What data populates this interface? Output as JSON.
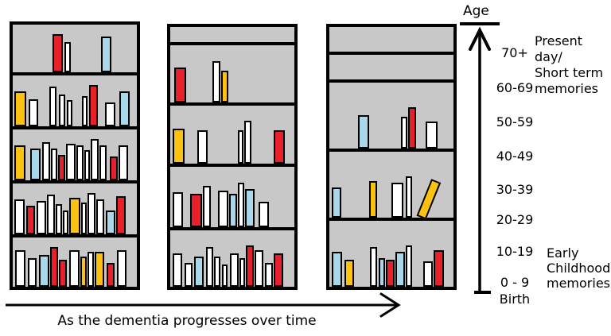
{
  "age_axis": {
    "title": "Age",
    "tick_labels": [
      "70+",
      "60-69",
      "50-59",
      "40-49",
      "30-39",
      "20-29",
      "10-19",
      "0 - 9",
      "Birth"
    ]
  },
  "annotations": {
    "present_day": "Present day/\nShort term\nmemories",
    "early_childhood": "Early\nChildhood\nmemories"
  },
  "timeline": {
    "label": "As the dementia progresses over time"
  },
  "colors": {
    "red": "#e8202a",
    "white": "#ffffff",
    "yellow": "#fcc211",
    "blue": "#a8d8ea",
    "shelf_bg": "#c8c8c8",
    "outline": "#000000"
  },
  "bookcases": [
    {
      "shelves": [
        [
          {
            "c": "red",
            "h": 48,
            "w": 13,
            "g": 48
          },
          {
            "c": "white",
            "h": 38,
            "w": 8,
            "g": 2
          },
          {
            "c": "blue",
            "h": 45,
            "w": 13,
            "g": 38
          }
        ],
        [
          {
            "c": "yellow",
            "h": 44,
            "w": 15,
            "g": 0
          },
          {
            "c": "white",
            "h": 34,
            "w": 12,
            "g": 3
          },
          {
            "c": "white",
            "h": 50,
            "w": 9,
            "g": 14
          },
          {
            "c": "white",
            "h": 40,
            "w": 8,
            "g": 3
          },
          {
            "c": "white",
            "h": 33,
            "w": 7,
            "g": 2
          },
          {
            "c": "white",
            "h": 38,
            "w": 7,
            "g": 12
          },
          {
            "c": "red",
            "h": 52,
            "w": 11,
            "g": 2
          },
          {
            "c": "white",
            "h": 30,
            "w": 13,
            "g": 9
          },
          {
            "c": "blue",
            "h": 44,
            "w": 13,
            "g": 5
          }
        ],
        [
          {
            "c": "yellow",
            "h": 44,
            "w": 14,
            "g": 0
          },
          {
            "c": "blue",
            "h": 40,
            "w": 13,
            "g": 6
          },
          {
            "c": "white",
            "h": 48,
            "w": 10,
            "g": 2
          },
          {
            "c": "white",
            "h": 40,
            "w": 8,
            "g": 1
          },
          {
            "c": "red",
            "h": 32,
            "w": 9,
            "g": 1
          },
          {
            "c": "white",
            "h": 46,
            "w": 12,
            "g": 1
          },
          {
            "c": "white",
            "h": 44,
            "w": 9,
            "g": 1
          },
          {
            "c": "white",
            "h": 38,
            "w": 7,
            "g": 1
          },
          {
            "c": "white",
            "h": 52,
            "w": 10,
            "g": 1
          },
          {
            "c": "white",
            "h": 44,
            "w": 9,
            "g": 1
          },
          {
            "c": "red",
            "h": 30,
            "w": 10,
            "g": 4
          },
          {
            "c": "white",
            "h": 44,
            "w": 12,
            "g": 1
          }
        ],
        [
          {
            "c": "white",
            "h": 44,
            "w": 13,
            "g": 0
          },
          {
            "c": "red",
            "h": 36,
            "w": 11,
            "g": 2
          },
          {
            "c": "white",
            "h": 42,
            "w": 12,
            "g": 2
          },
          {
            "c": "white",
            "h": 50,
            "w": 10,
            "g": 1
          },
          {
            "c": "white",
            "h": 38,
            "w": 8,
            "g": 1
          },
          {
            "c": "white",
            "h": 30,
            "w": 7,
            "g": 1
          },
          {
            "c": "yellow",
            "h": 46,
            "w": 14,
            "g": 1
          },
          {
            "c": "white",
            "h": 40,
            "w": 7,
            "g": 1
          },
          {
            "c": "white",
            "h": 52,
            "w": 10,
            "g": 1
          },
          {
            "c": "white",
            "h": 44,
            "w": 10,
            "g": 1
          },
          {
            "c": "blue",
            "h": 30,
            "w": 12,
            "g": 2
          },
          {
            "c": "red",
            "h": 48,
            "w": 12,
            "g": 1
          }
        ],
        [
          {
            "c": "white",
            "h": 46,
            "w": 13,
            "g": 1
          },
          {
            "c": "white",
            "h": 36,
            "w": 11,
            "g": 3
          },
          {
            "c": "blue",
            "h": 40,
            "w": 13,
            "g": 3
          },
          {
            "c": "red",
            "h": 50,
            "w": 10,
            "g": 1
          },
          {
            "c": "red",
            "h": 34,
            "w": 10,
            "g": 1
          },
          {
            "c": "white",
            "h": 46,
            "w": 13,
            "g": 3
          },
          {
            "c": "yellow",
            "h": 38,
            "w": 8,
            "g": 1
          },
          {
            "c": "white",
            "h": 44,
            "w": 8,
            "g": 1
          },
          {
            "c": "yellow",
            "h": 44,
            "w": 12,
            "g": 1
          },
          {
            "c": "red",
            "h": 30,
            "w": 10,
            "g": 3
          },
          {
            "c": "white",
            "h": 46,
            "w": 12,
            "g": 3
          }
        ]
      ]
    },
    {
      "shelves": [
        [],
        [
          {
            "c": "red",
            "h": 44,
            "w": 15,
            "g": 3
          },
          {
            "c": "white",
            "h": 52,
            "w": 10,
            "g": 33
          },
          {
            "c": "yellow",
            "h": 40,
            "w": 9,
            "g": 1
          }
        ],
        [
          {
            "c": "yellow",
            "h": 44,
            "w": 15,
            "g": 1
          },
          {
            "c": "white",
            "h": 42,
            "w": 13,
            "g": 16
          },
          {
            "c": "white",
            "h": 42,
            "w": 7,
            "g": 38
          },
          {
            "c": "white",
            "h": 54,
            "w": 9,
            "g": 1
          },
          {
            "c": "red",
            "h": 42,
            "w": 14,
            "g": 28
          }
        ],
        [
          {
            "c": "white",
            "h": 44,
            "w": 13,
            "g": 1
          },
          {
            "c": "red",
            "h": 42,
            "w": 15,
            "g": 9
          },
          {
            "c": "white",
            "h": 52,
            "w": 10,
            "g": 1
          },
          {
            "c": "white",
            "h": 46,
            "w": 13,
            "g": 9
          },
          {
            "c": "blue",
            "h": 42,
            "w": 10,
            "g": 1
          },
          {
            "c": "white",
            "h": 56,
            "w": 8,
            "g": 1
          },
          {
            "c": "blue",
            "h": 48,
            "w": 12,
            "g": 1
          },
          {
            "c": "white",
            "h": 32,
            "w": 13,
            "g": 5
          }
        ],
        [
          {
            "c": "white",
            "h": 42,
            "w": 12,
            "g": 1
          },
          {
            "c": "white",
            "h": 30,
            "w": 10,
            "g": 3
          },
          {
            "c": "blue",
            "h": 38,
            "w": 12,
            "g": 2
          },
          {
            "c": "white",
            "h": 50,
            "w": 9,
            "g": 3
          },
          {
            "c": "white",
            "h": 38,
            "w": 8,
            "g": 1
          },
          {
            "c": "white",
            "h": 28,
            "w": 7,
            "g": 2
          },
          {
            "c": "white",
            "h": 42,
            "w": 11,
            "g": 3
          },
          {
            "c": "white",
            "h": 36,
            "w": 7,
            "g": 1
          },
          {
            "c": "red",
            "h": 52,
            "w": 10,
            "g": 1
          },
          {
            "c": "white",
            "h": 46,
            "w": 11,
            "g": 1
          },
          {
            "c": "white",
            "h": 30,
            "w": 10,
            "g": 2
          },
          {
            "c": "red",
            "h": 42,
            "w": 12,
            "g": 1
          }
        ]
      ]
    },
    {
      "shelves": [
        [],
        [],
        [
          {
            "c": "blue",
            "h": 42,
            "w": 14,
            "g": 34
          },
          {
            "c": "white",
            "h": 40,
            "w": 8,
            "g": 40
          },
          {
            "c": "red",
            "h": 52,
            "w": 10,
            "g": 1
          },
          {
            "c": "white",
            "h": 34,
            "w": 15,
            "g": 12
          }
        ],
        [
          {
            "c": "blue",
            "h": 38,
            "w": 12,
            "g": 1
          },
          {
            "c": "yellow",
            "h": 46,
            "w": 10,
            "g": 35
          },
          {
            "c": "white",
            "h": 44,
            "w": 15,
            "g": 18
          },
          {
            "c": "white",
            "h": 52,
            "w": 8,
            "g": 3
          },
          {
            "c": "yellow",
            "h": 50,
            "w": 13,
            "g": 5,
            "tilt": 22
          }
        ],
        [
          {
            "c": "blue",
            "h": 44,
            "w": 13,
            "g": 1
          },
          {
            "c": "yellow",
            "h": 34,
            "w": 12,
            "g": 3
          },
          {
            "c": "white",
            "h": 50,
            "w": 9,
            "g": 20
          },
          {
            "c": "blue",
            "h": 36,
            "w": 8,
            "g": 2
          },
          {
            "c": "red",
            "h": 34,
            "w": 11,
            "g": 1
          },
          {
            "c": "blue",
            "h": 44,
            "w": 12,
            "g": 1
          },
          {
            "c": "white",
            "h": 52,
            "w": 8,
            "g": 1
          },
          {
            "c": "white",
            "h": 32,
            "w": 12,
            "g": 14
          },
          {
            "c": "red",
            "h": 46,
            "w": 13,
            "g": 1
          }
        ]
      ]
    }
  ]
}
